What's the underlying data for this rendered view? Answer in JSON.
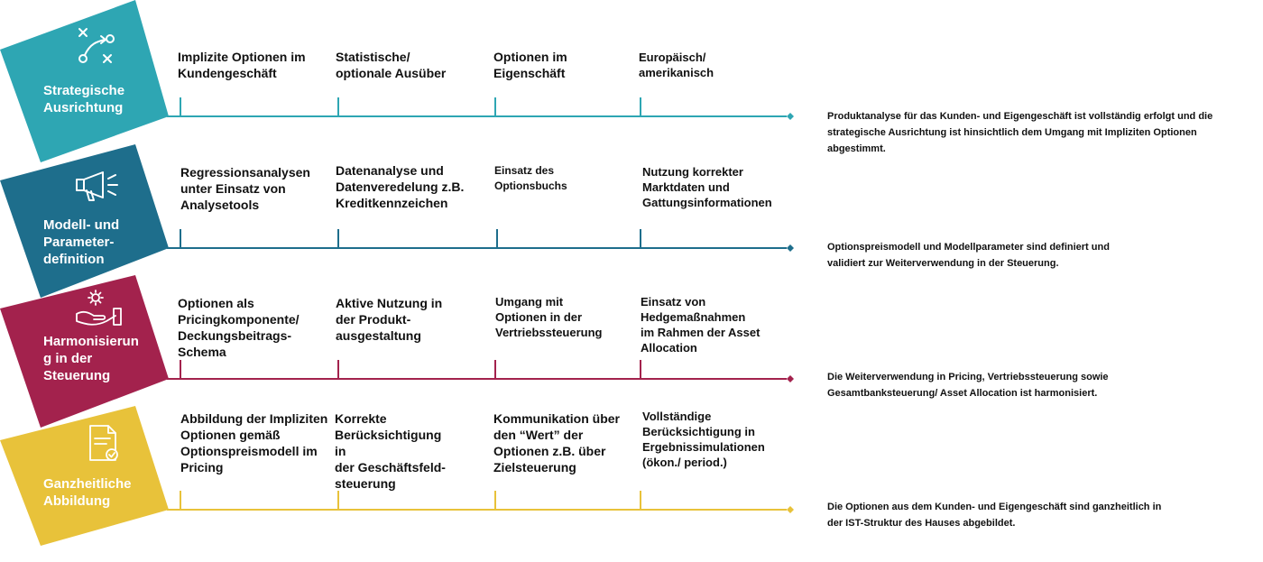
{
  "colors": {
    "teal": "#2ea6b3",
    "petrol": "#1e6e8c",
    "crimson": "#a3224d",
    "gold": "#e8c23a"
  },
  "rows": [
    {
      "title": "Strategische\nAusrichtung",
      "icon": "strategy-play-icon",
      "items": [
        "Implizite Optionen im\nKundengeschäft",
        "Statistische/\noptionale Ausüber",
        "Optionen im\nEigenschäft",
        "Europäisch/\namerikanisch"
      ],
      "summary": "Produktanalyse für das Kunden- und Eigengeschäft ist vollständig erfolgt und die\nstrategische Ausrichtung ist hinsichtlich dem Umgang mit Impliziten Optionen\nabgestimmt."
    },
    {
      "title": "Modell- und\nParameter-\ndefinition",
      "icon": "megaphone-icon",
      "items": [
        "Regressionsanalysen\nunter Einsatz von\nAnalysetools",
        "Datenanalyse und\nDatenveredelung z.B.\nKreditkennzeichen",
        "Einsatz des\nOptionsbuchs",
        "Nutzung korrekter\nMarktdaten und\nGattungsinformationen"
      ],
      "summary": "Optionspreismodell und Modellparameter sind definiert und\nvalidiert zur Weiterverwendung in der Steuerung."
    },
    {
      "title": "Harmonisierun\ng in der\nSteuerung",
      "icon": "hand-gear-icon",
      "items": [
        "Optionen als\nPricingkomponente/\nDeckungsbeitrags-\nSchema",
        "Aktive Nutzung in\nder Produkt-\nausgestaltung",
        "Umgang mit\nOptionen in der\nVertriebssteuerung",
        "Einsatz von\nHedgemaßnahmen\nim Rahmen der Asset\nAllocation"
      ],
      "summary": "Die Weiterverwendung in Pricing, Vertriebssteuerung sowie\nGesamtbanksteuerung/ Asset Allocation ist harmonisiert."
    },
    {
      "title": "Ganzheitliche\nAbbildung",
      "icon": "document-check-icon",
      "items": [
        "Abbildung der Impliziten\nOptionen gemäß\nOptionspreismodell im\nPricing",
        "Korrekte\nBerücksichtigung\nin\nder Geschäftsfeld-\nsteuerung",
        "Kommunikation über\nden “Wert” der\nOptionen z.B. über\nZielsteuerung",
        "Vollständige\nBerücksichtigung in\nErgebnissimulationen\n(ökon./ period.)"
      ],
      "summary": "Die Optionen aus dem Kunden- und Eigengeschäft sind ganzheitlich in\nder IST-Struktur des Hauses abgebildet."
    }
  ]
}
